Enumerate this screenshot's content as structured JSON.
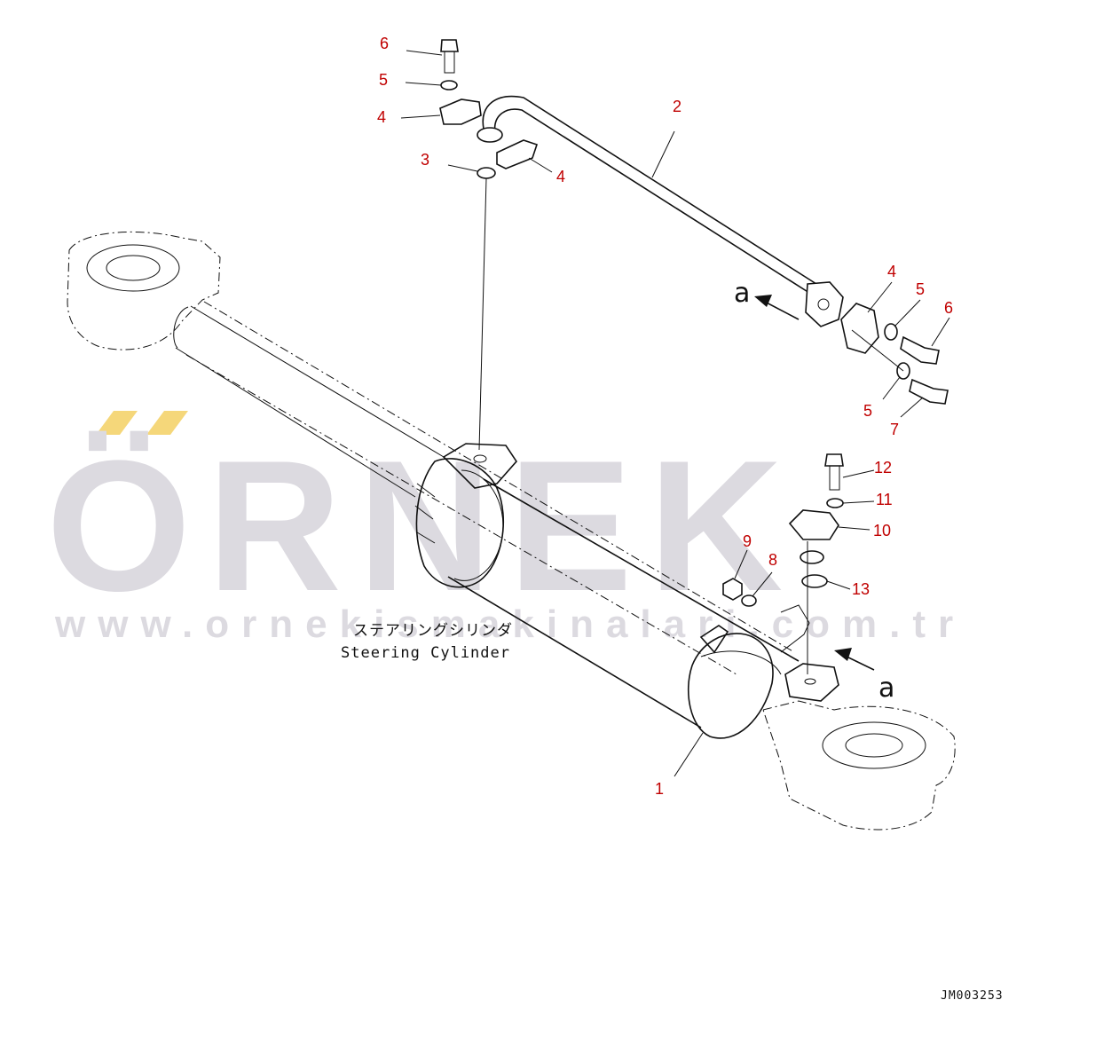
{
  "watermark": {
    "brand": "ÖRNEK",
    "url": "www.ornekismakinalari.com.tr",
    "accent": "#f5d77a",
    "color": "#dcdae0"
  },
  "part_label": {
    "japanese": "ステアリングシリンダ",
    "english": "Steering Cylinder"
  },
  "drawing_code": "JM003253",
  "view_letters": [
    "a",
    "a"
  ],
  "callouts": [
    {
      "id": "c6a",
      "text": "6"
    },
    {
      "id": "c5a",
      "text": "5"
    },
    {
      "id": "c4a",
      "text": "4"
    },
    {
      "id": "c3",
      "text": "3"
    },
    {
      "id": "c4b",
      "text": "4"
    },
    {
      "id": "c2",
      "text": "2"
    },
    {
      "id": "c4c",
      "text": "4"
    },
    {
      "id": "c5b",
      "text": "5"
    },
    {
      "id": "c6b",
      "text": "6"
    },
    {
      "id": "c5c",
      "text": "5"
    },
    {
      "id": "c7",
      "text": "7"
    },
    {
      "id": "c12",
      "text": "12"
    },
    {
      "id": "c11",
      "text": "11"
    },
    {
      "id": "c10",
      "text": "10"
    },
    {
      "id": "c9",
      "text": "9"
    },
    {
      "id": "c8",
      "text": "8"
    },
    {
      "id": "c13",
      "text": "13"
    },
    {
      "id": "c1",
      "text": "1"
    }
  ],
  "colors": {
    "callout": "#c00000",
    "line": "#111111"
  }
}
